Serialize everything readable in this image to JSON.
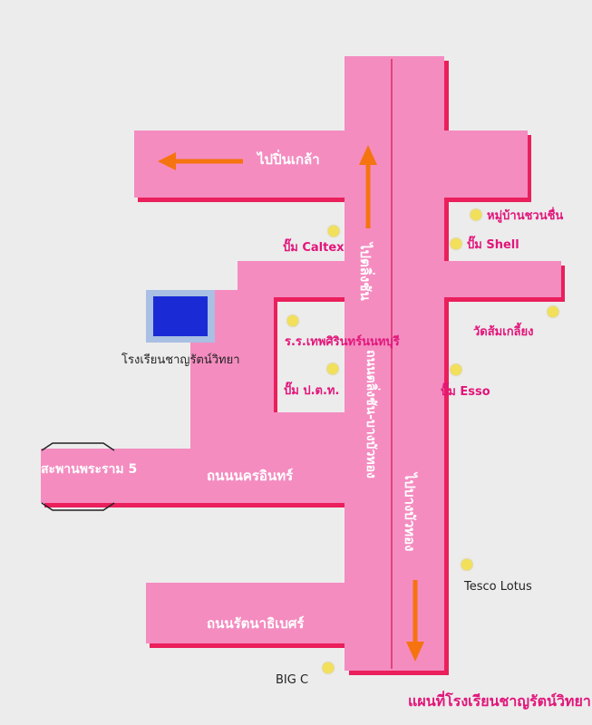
{
  "map": {
    "title": "แผนที่โรงเรียนชาญรัตน์วิทยา",
    "road_color": "#f48cc0",
    "shadow_color": "#ea1f5c",
    "arrow_color": "#f5740f",
    "poi_color": "#f3e05a",
    "school_color": "#1a2bd6"
  },
  "roads": {
    "to_pinklao": "ไปปิ่นเกล้า",
    "to_talingchan": "ไปตลิ่งชัน",
    "main_road": "ถนนตลิ่งชัน-บางบัวทอง",
    "to_bangbuathong": "ไปบางบัวทอง",
    "nakhon_in": "ถนนนครอินทร์",
    "rattanathibet": "ถนนรัตนาธิเบศร์",
    "rama5_bridge": "สะพานพระราม 5"
  },
  "places": {
    "school": "โรงเรียนชาญรัตน์วิทยา",
    "caltex": "ปั๊ม Caltex",
    "village": "หมู่บ้านชวนชื่น",
    "shell": "ปั๊ม Shell",
    "wat": "วัดส้มเกลี้ยง",
    "rr_school": "ร.ร.เทพศิรินทร์นนทบุรี",
    "ptt": "ปั๊ม ป.ต.ท.",
    "esso": "ปั๊ม Esso",
    "tesco": "Tesco Lotus",
    "bigc": "BIG C"
  }
}
